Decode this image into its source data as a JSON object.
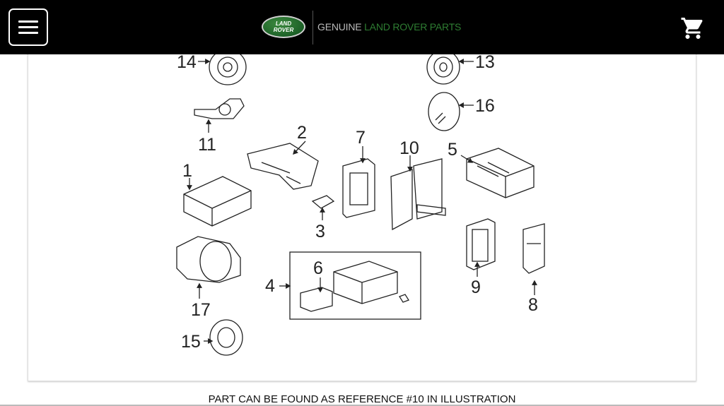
{
  "header": {
    "menu_icon": "hamburger-menu-icon",
    "logo_text": "LAND ROVER",
    "brand_prefix": "GENUINE",
    "brand_highlight": "LAND ROVER PARTS",
    "cart_icon": "shopping-cart-icon",
    "accent_color": "#2e7d32"
  },
  "diagram": {
    "callouts": [
      "14",
      "13",
      "16",
      "11",
      "2",
      "7",
      "10",
      "5",
      "1",
      "3",
      "4",
      "6",
      "9",
      "8",
      "17",
      "15"
    ]
  },
  "caption": "PART CAN BE FOUND AS REFERENCE #10 IN ILLUSTRATION"
}
